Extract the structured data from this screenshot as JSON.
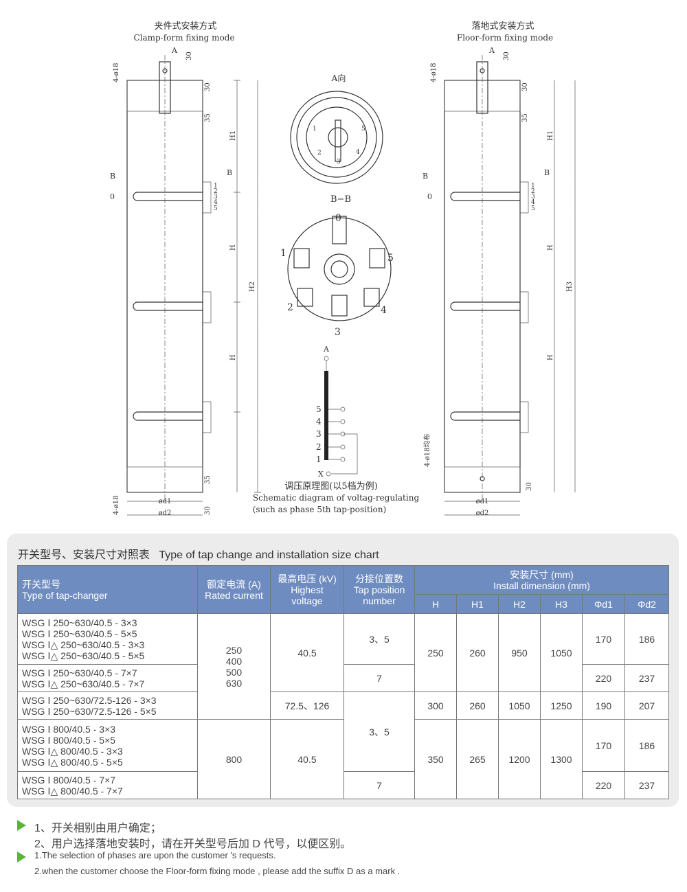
{
  "drawings": {
    "left": {
      "title_cn": "夹件式安装方式",
      "title_en": "Clamp-form fixing mode",
      "a": "A",
      "hole": "4-ø18",
      "hole_bottom": "4-ø18",
      "d30": "30",
      "d35": "35",
      "h1": "H1",
      "h": "H",
      "h2": "H2",
      "b": "B",
      "zero": "0",
      "d1": "ød1",
      "d2": "ød2"
    },
    "right": {
      "title_cn": "落地式安装方式",
      "title_en": "Floor-form fixing mode",
      "a": "A",
      "hole": "4-ø18",
      "hole_side": "4-ø18均布",
      "d30": "30",
      "d35": "35",
      "h1": "H1",
      "h": "H",
      "h3": "H3",
      "b": "B",
      "zero": "0",
      "d1": "ød1",
      "d2": "ød2"
    },
    "tap_numbers": [
      "1",
      "2",
      "3",
      "4",
      "5"
    ],
    "view_a": {
      "title": "A向",
      "positions": [
        "1",
        "2",
        "3",
        "4",
        "5"
      ]
    },
    "section_bb": {
      "title": "B−B",
      "positions": [
        "0",
        "1",
        "2",
        "3",
        "4",
        "5"
      ]
    },
    "schematic": {
      "top": "A",
      "bottom": "X",
      "positions": [
        "5",
        "4",
        "3",
        "2",
        "1"
      ],
      "caption_cn": "调压原理图(以5档为例)",
      "caption_en1": "Schematic diagram of voltag-regulating",
      "caption_en2": "(such as phase 5th tap-position)"
    }
  },
  "chart": {
    "title": "开关型号、安装尺寸对照表   Type of tap change and installation size chart",
    "headers": {
      "type_cn": "开关型号",
      "type_en": "Type of tap-changer",
      "current_cn": "额定电流 (A)",
      "current_en": "Rated current",
      "voltage_cn": "最高电压 (kV)",
      "voltage_en": "Highest voltage",
      "tap_cn": "分接位置数",
      "tap_en": "Tap position number",
      "install_cn": "安装尺寸 (mm)",
      "install_en": "Install dimension (mm)",
      "cols": [
        "H",
        "H1",
        "H2",
        "H3",
        "Φd1",
        "Φd2"
      ]
    },
    "rows": [
      {
        "types": [
          "WSG Ⅰ 250~630/40.5 - 3×3",
          "WSG Ⅰ 250~630/40.5 - 5×5",
          "WSG Ⅰ△ 250~630/40.5 - 3×3",
          "WSG Ⅰ△ 250~630/40.5 - 5×5"
        ],
        "current": "250\n400\n500\n630",
        "voltage": "40.5",
        "tap": "3、5",
        "H": "250",
        "H1": "260",
        "H2": "950",
        "H3": "1050",
        "d1": "170",
        "d2": "186"
      },
      {
        "types": [
          "WSG Ⅰ 250~630/40.5 - 7×7",
          "WSG Ⅰ△ 250~630/40.5 - 7×7"
        ],
        "tap": "7",
        "d1": "220",
        "d2": "237"
      },
      {
        "types": [
          "WSG Ⅰ 250~630/72.5-126 - 3×3",
          "WSG Ⅰ 250~630/72.5-126 - 5×5"
        ],
        "voltage": "72.5、126",
        "tap": "3、5",
        "H": "300",
        "H1": "260",
        "H2": "1050",
        "H3": "1250",
        "d1": "190",
        "d2": "207"
      },
      {
        "types": [
          "WSG Ⅰ 800/40.5 - 3×3",
          "WSG Ⅰ 800/40.5 - 5×5",
          "WSG Ⅰ△ 800/40.5 - 3×3",
          "WSG Ⅰ△ 800/40.5 - 5×5"
        ],
        "current": "800",
        "voltage": "40.5",
        "H": "350",
        "H1": "265",
        "H2": "1200",
        "H3": "1300",
        "d1": "170",
        "d2": "186"
      },
      {
        "types": [
          "WSG Ⅰ 800/40.5 - 7×7",
          "WSG Ⅰ△ 800/40.5 - 7×7"
        ],
        "tap": "7",
        "d1": "220",
        "d2": "237"
      }
    ]
  },
  "notes": {
    "cn": [
      "1、开关相别由用户确定；",
      "2、用户选择落地安装时，请在开关型号后加 D 代号，以便区别。"
    ],
    "en": [
      "1.The selection of phases are upon the customer 's requests.",
      "2.when the customer choose the Floor-form fixing mode , please add the suffix D as a mark ."
    ]
  },
  "colors": {
    "header": "#6f8cc0",
    "bullet": "#5db33a",
    "panel": "#ececec"
  }
}
